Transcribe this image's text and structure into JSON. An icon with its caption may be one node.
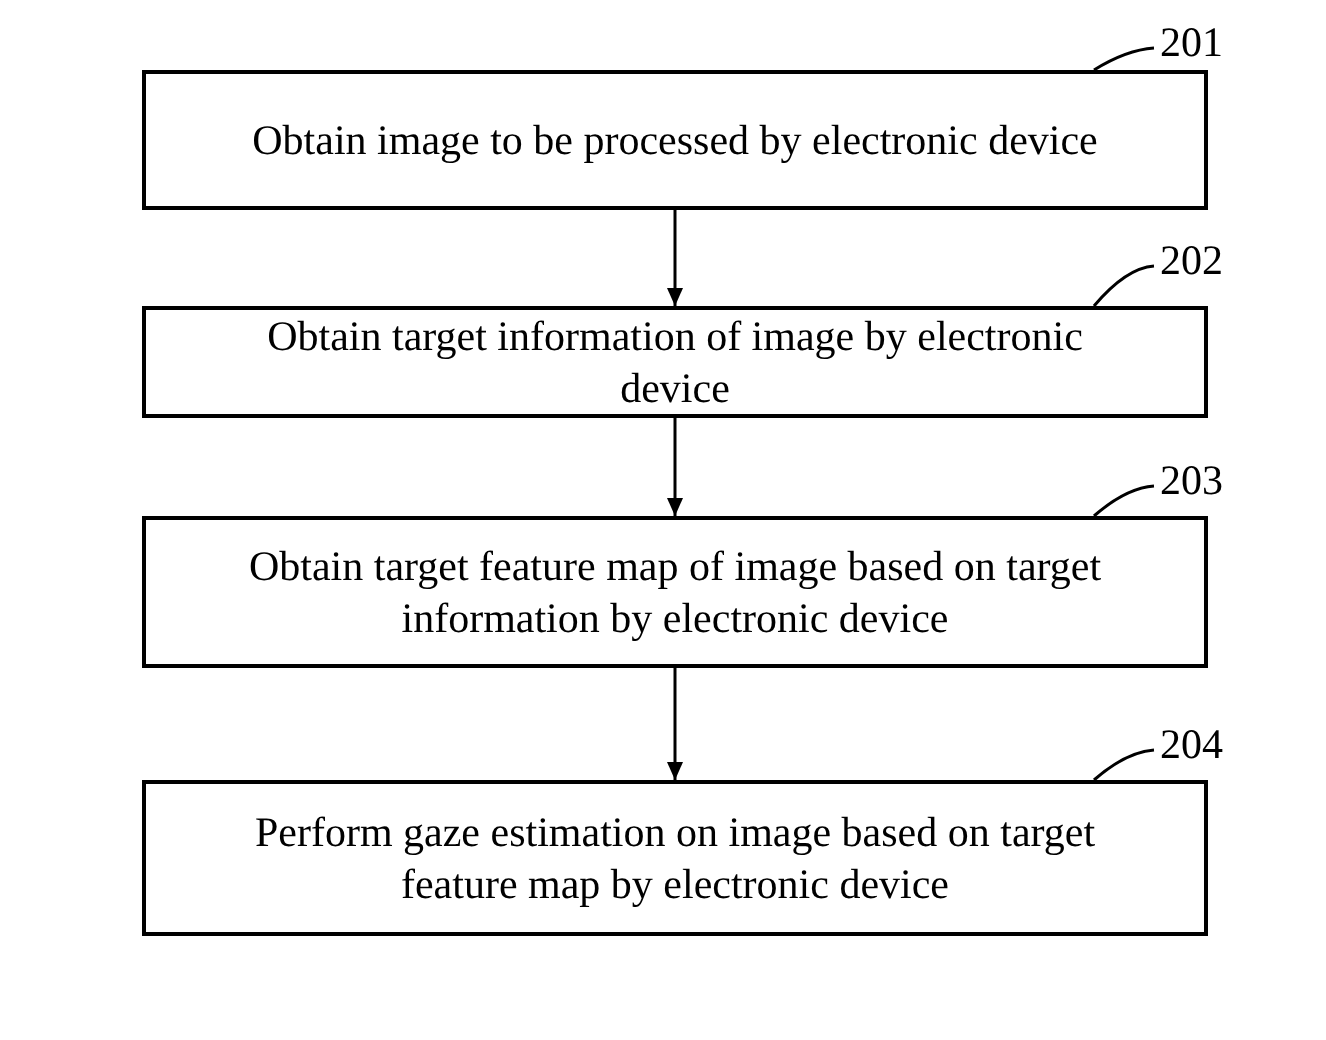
{
  "diagram": {
    "nodes": [
      {
        "text": [
          "Obtain image to be processed by electronic device"
        ]
      },
      {
        "text": [
          "Obtain target information of image by electronic device"
        ]
      },
      {
        "text": [
          "Obtain target feature map of image based on target information by electronic device"
        ]
      },
      {
        "text": [
          "Perform gaze estimation on image based on target feature map by electronic device"
        ]
      },
      {
        "text": [
          "201"
        ]
      },
      {
        "text": [
          "202"
        ]
      },
      {
        "text": [
          "203"
        ]
      },
      {
        "text": [
          "204"
        ]
      }
    ],
    "edges": [
      {
        "from": 0,
        "to": 1,
        "arrow": "to"
      },
      {
        "from": 1,
        "to": 2,
        "arrow": "to"
      },
      {
        "from": 2,
        "to": 3,
        "arrow": "to"
      },
      {
        "from": 4,
        "to": 0,
        "arrow": "none"
      },
      {
        "from": 5,
        "to": 1,
        "arrow": "none"
      },
      {
        "from": 6,
        "to": 2,
        "arrow": "none"
      },
      {
        "from": 7,
        "to": 3,
        "arrow": "none"
      }
    ]
  }
}
